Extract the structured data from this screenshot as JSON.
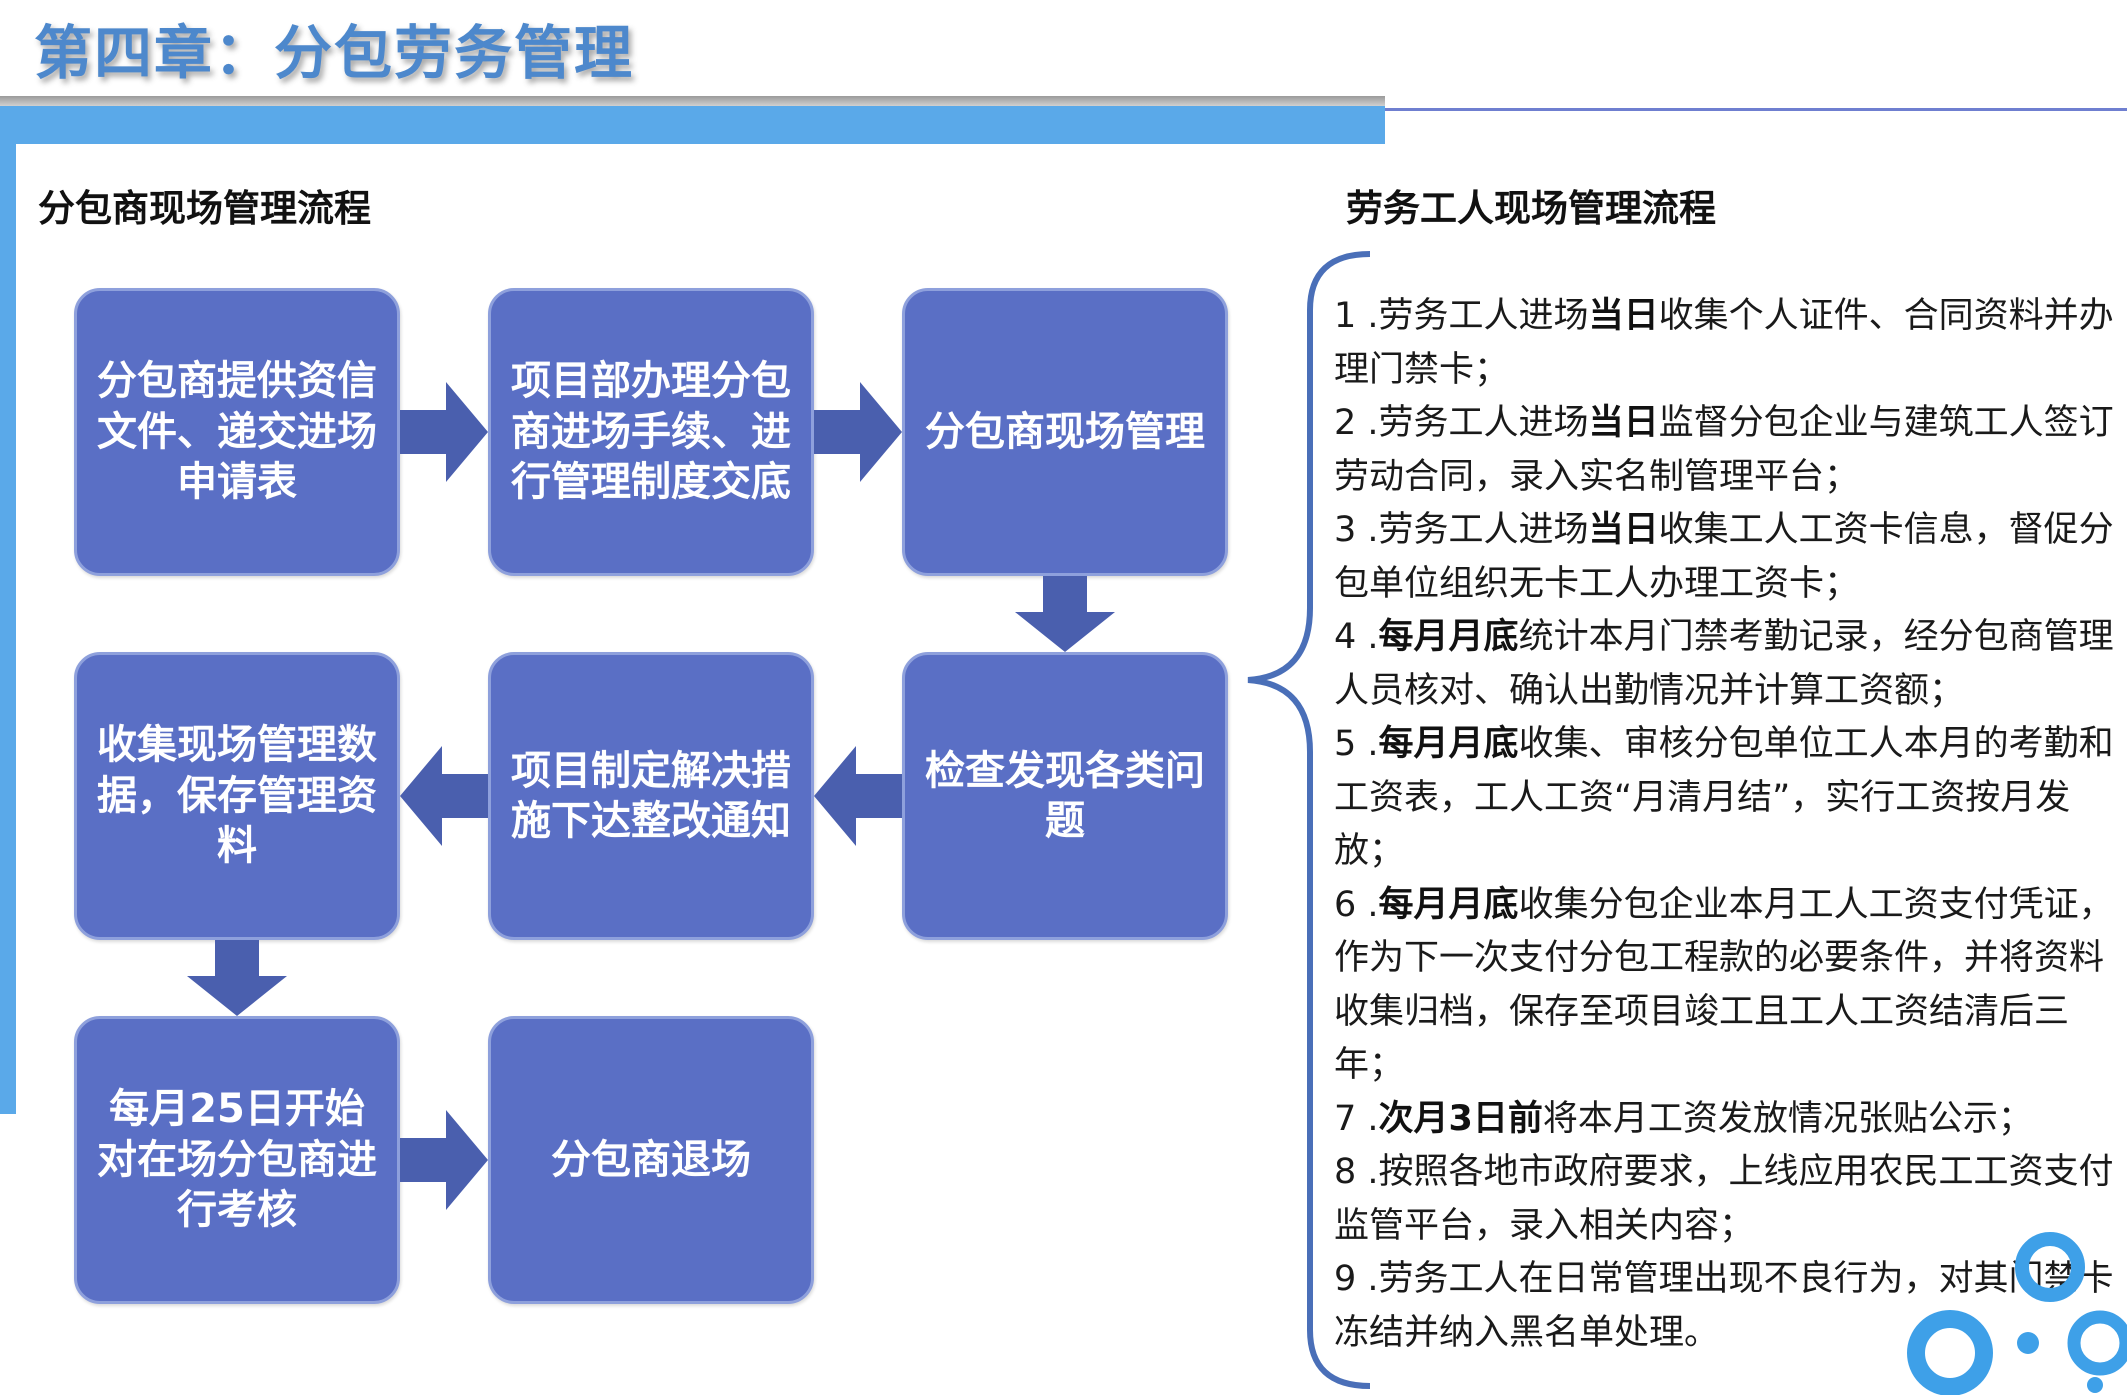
{
  "title": "第四章：分包劳务管理",
  "left_section": {
    "title": "分包商现场管理流程",
    "boxes": [
      "分包商提供资信文件、递交进场申请表",
      "项目部办理分包商进场手续、进行管理制度交底",
      "分包商现场管理",
      "检查发现各类问题",
      "项目制定解决措施下达整改通知",
      "收集现场管理数据，保存管理资料",
      "每月25日开始对在场分包商进行考核",
      "分包商退场"
    ]
  },
  "right_section": {
    "title": "劳务工人现场管理流程",
    "items": [
      {
        "num": "1",
        "pre": "劳务工人进场",
        "bold": "当日",
        "post": "收集个人证件、合同资料并办理门禁卡；"
      },
      {
        "num": "2",
        "pre": "劳务工人进场",
        "bold": "当日",
        "post": "监督分包企业与建筑工人签订劳动合同，录入实名制管理平台；"
      },
      {
        "num": "3",
        "pre": "劳务工人进场",
        "bold": "当日",
        "post": "收集工人工资卡信息，督促分包单位组织无卡工人办理工资卡；"
      },
      {
        "num": "4",
        "pre": "",
        "bold": "每月月底",
        "post": "统计本月门禁考勤记录，经分包商管理人员核对、确认出勤情况并计算工资额；"
      },
      {
        "num": "5",
        "pre": "",
        "bold": "每月月底",
        "post": "收集、审核分包单位工人本月的考勤和工资表，工人工资“月清月结”，实行工资按月发放；"
      },
      {
        "num": "6",
        "pre": "",
        "bold": "每月月底",
        "post": "收集分包企业本月工人工资支付凭证，作为下一次支付分包工程款的必要条件，并将资料收集归档，保存至项目竣工且工人工资结清后三年；"
      },
      {
        "num": "7",
        "pre": "",
        "bold": "次月3日前",
        "post": "将本月工资发放情况张贴公示；"
      },
      {
        "num": "8",
        "pre": "按照各地市政府要求，上线应用农民工工资支付监管平台，录入相关内容；",
        "bold": "",
        "post": ""
      },
      {
        "num": "9",
        "pre": "劳务工人在日常管理出现不良行为，对其门禁卡冻结并纳入黑名单处理。",
        "bold": "",
        "post": ""
      }
    ]
  },
  "colors": {
    "title": "#4d88cc",
    "band": "#5aa9e9",
    "box": "#5a6fc5",
    "arrow": "#4a5fae",
    "brace": "#4a6fb8"
  }
}
